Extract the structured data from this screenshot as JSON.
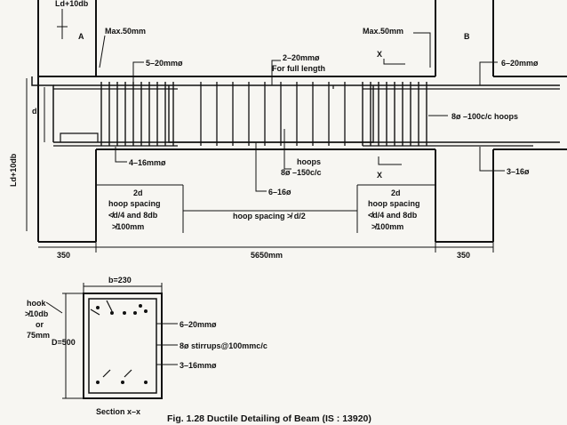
{
  "labels": {
    "top_left": "Ld+10db",
    "a": "A",
    "b": "B",
    "max_left": "Max.50mm",
    "max_right": "Max.50mm",
    "bars_left": "5–20mmø",
    "bars_top_center_1": "2–20mmø",
    "bars_top_center_2": "For full length",
    "x_top": "X",
    "x_bottom": "X",
    "bars_right": "6–20mmø",
    "hoops_right": "8ø –100c/c hoops",
    "d": "d",
    "vertical": "Ld+10db",
    "bottom_left_bars": "4–16mmø",
    "hoops_mid_1": "hoops",
    "hoops_mid_2": "8ø –150c/c",
    "bottom_mid_bars": "6–16ø",
    "bottom_right_bars": "3–16ø",
    "left_zone_1": "2d",
    "left_zone_2": "hoop spacing",
    "left_zone_3": "≮d/4 and 8db",
    "left_zone_4": "≯100mm",
    "mid_zone": "hoop spacing ≯ d/2",
    "right_zone_1": "2d",
    "right_zone_2": "hoop spacing",
    "right_zone_3": "≮d/4 and 8db",
    "right_zone_4": "≯100mm",
    "dim_left": "350",
    "dim_mid": "5650mm",
    "dim_right": "350",
    "b_dim": "b=230",
    "hook_1": "hook",
    "hook_2": "≯10db",
    "hook_3": "or",
    "hook_4": "75mm",
    "d_dim": "D=500",
    "sec_bars_top": "6–20mmø",
    "sec_stirrups": "8ø stirrups@100mmc/c",
    "sec_bars_bottom": "3–16mmø",
    "section": "Section x–x",
    "caption": "Fig. 1.28 Ductile Detailing of Beam (IS : 13920)"
  }
}
